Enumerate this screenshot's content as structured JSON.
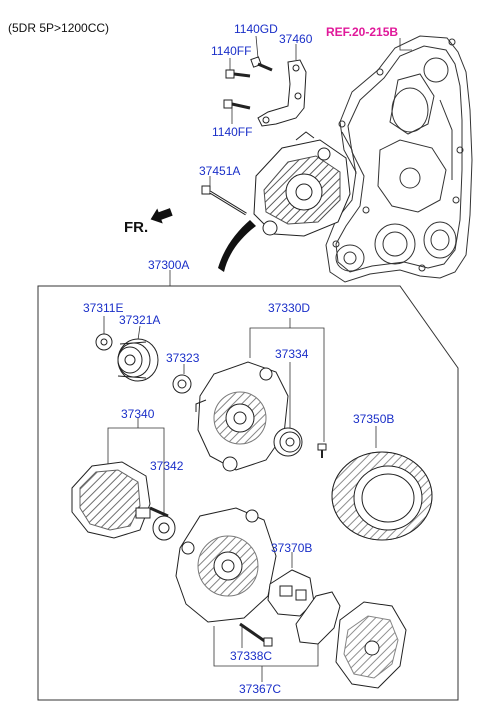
{
  "header": {
    "model_text": "(5DR 5P>1200CC)"
  },
  "direction": {
    "front_label": "FR."
  },
  "reference": {
    "label": "REF.20-215B",
    "color": "#e0189a"
  },
  "label_color": "#1a2fc8",
  "parts": {
    "p1140GD": "1140GD",
    "p37460": "37460",
    "p1140FF_top": "1140FF",
    "p1140FF_bottom": "1140FF",
    "p37451A": "37451A",
    "p37300A": "37300A",
    "p37311E": "37311E",
    "p37321A": "37321A",
    "p37323": "37323",
    "p37330D": "37330D",
    "p37334": "37334",
    "p37340": "37340",
    "p37342": "37342",
    "p37350B": "37350B",
    "p37370B": "37370B",
    "p37338C": "37338C",
    "p37367C": "37367C"
  }
}
